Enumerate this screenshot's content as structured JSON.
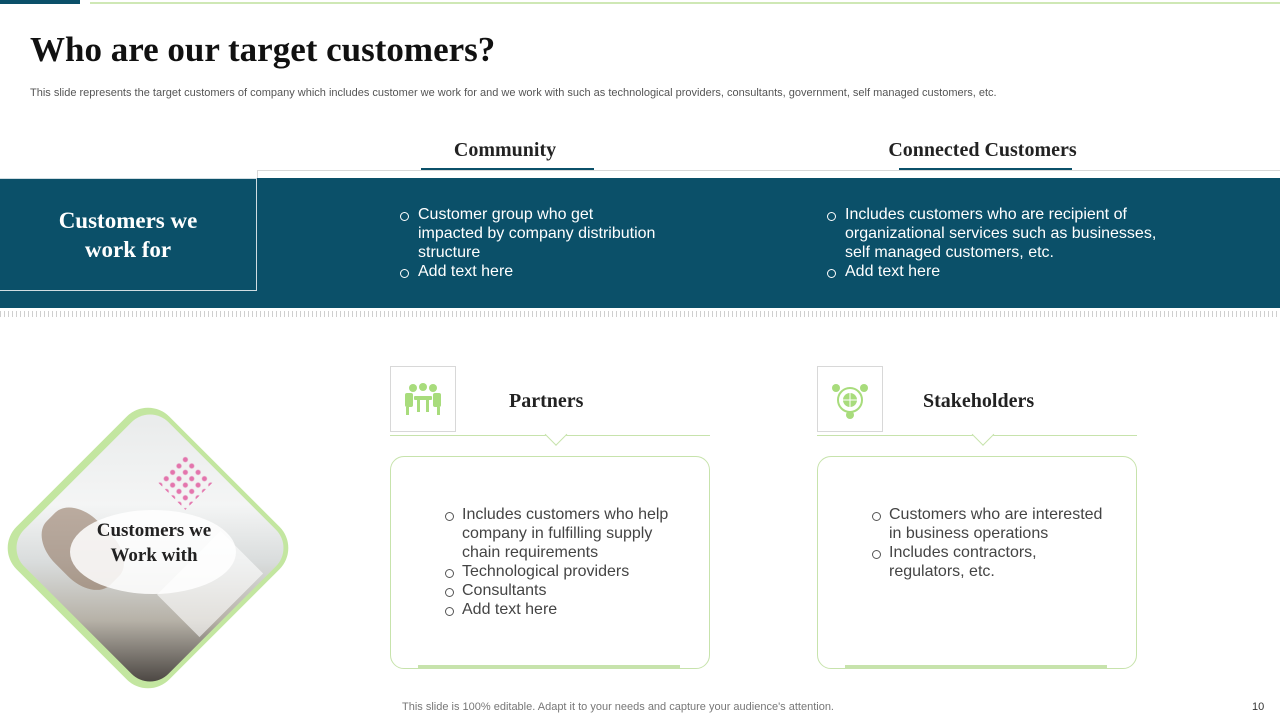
{
  "slide": {
    "title": "Who are our target customers?",
    "subtitle": "This slide represents the target customers of company which includes customer we work for and we work with such as technological providers, consultants, government, self managed customers, etc.",
    "footer": "This slide is 100% editable. Adapt it to your needs and capture your audience's attention.",
    "page_number": "10"
  },
  "work_for": {
    "label_line1": "Customers we",
    "label_line2": "work for",
    "columns": [
      {
        "heading": "Community",
        "items": [
          "Customer group who get impacted by company distribution structure",
          "Add text here"
        ]
      },
      {
        "heading": "Connected Customers",
        "items": [
          "Includes  customers who are recipient of organizational services such as businesses, self managed customers, etc.",
          "Add text here"
        ]
      }
    ]
  },
  "work_with": {
    "label_line1": "Customers we",
    "label_line2": "Work with",
    "cards": [
      {
        "title": "Partners",
        "icon": "meeting-table-icon",
        "items": [
          "Includes  customers who help company  in fulfilling supply chain requirements",
          "Technological providers",
          "Consultants",
          "Add text here"
        ]
      },
      {
        "title": "Stakeholders",
        "icon": "network-globe-icon",
        "items": [
          "Customers who are interested in business operations",
          "Includes contractors, regulators, etc."
        ]
      }
    ]
  },
  "colors": {
    "band": "#0b5069",
    "accent_green": "#c3e6a0",
    "icon_green": "#a8dc7c"
  }
}
